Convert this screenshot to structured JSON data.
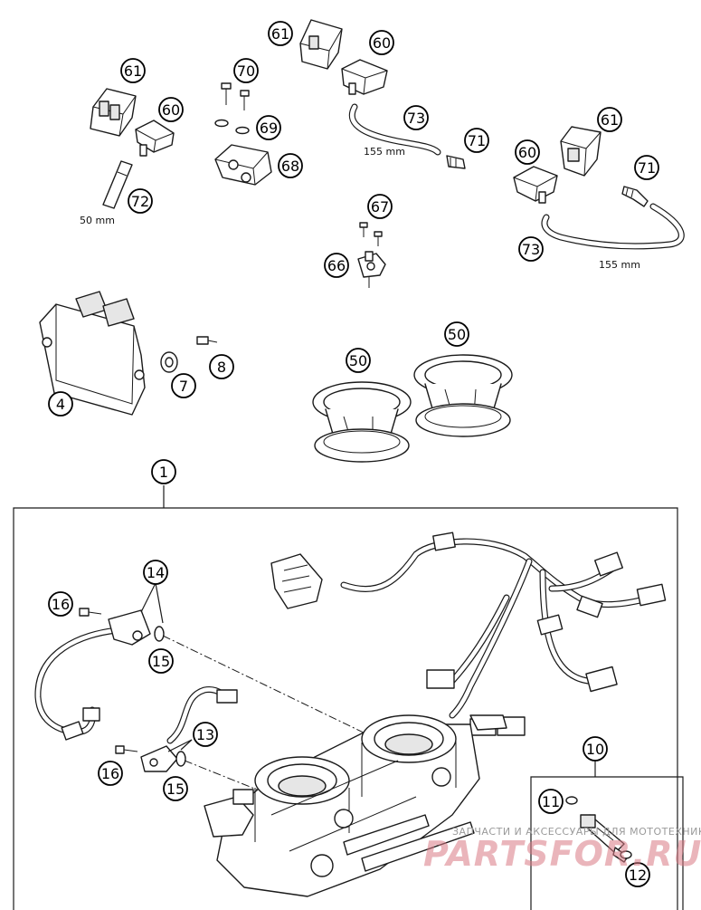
{
  "callouts": {
    "c61a": "61",
    "c60a": "60",
    "c72": "72",
    "c70": "70",
    "c69": "69",
    "c68": "68",
    "c61b": "61",
    "c60b": "60",
    "c73a": "73",
    "c71a": "71",
    "c67": "67",
    "c66": "66",
    "c60c": "60",
    "c61c": "61",
    "c71b": "71",
    "c73b": "73",
    "c4": "4",
    "c7": "7",
    "c8": "8",
    "c50a": "50",
    "c50b": "50",
    "c1": "1",
    "c14": "14",
    "c16a": "16",
    "c15a": "15",
    "c13": "13",
    "c16b": "16",
    "c15b": "15",
    "c10": "10",
    "c11": "11",
    "c12": "12"
  },
  "dimensions": {
    "hose_72_length": "50 mm",
    "hose_73a_length": "155 mm",
    "hose_73b_length": "155 mm"
  },
  "watermark": {
    "tagline": "ЗАПЧАСТИ И АКСЕССУАРЫ ДЛЯ МОТОТЕХНИКИ",
    "brand": "PARTSFOR.RU"
  },
  "colors": {
    "line": "#1a1a1a",
    "watermark_brand": "#d97a84",
    "watermark_text": "#9a9a9a"
  }
}
